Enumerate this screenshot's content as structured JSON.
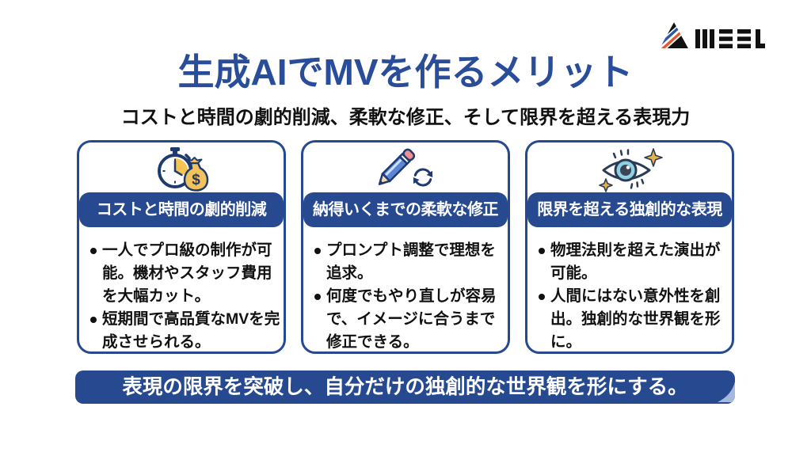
{
  "logo": {
    "brand": "MEEL"
  },
  "header": {
    "title": "生成AIでMVを作るメリット",
    "subtitle": "コストと時間の劇的削減、柔軟な修正、そして限界を超える表現力"
  },
  "colors": {
    "accent": "#27498f",
    "title": "#2a4d99",
    "curl": "#a6b8dd",
    "icon_gold": "#f2c35c",
    "icon_blue": "#5b86d7",
    "icon_lightblue": "#8fd0e3"
  },
  "cards": [
    {
      "icon": "stopwatch-moneybag-icon",
      "header": "コストと時間の劇的削減",
      "bullets": [
        "一人でプロ級の制作が可能。機材やスタッフ費用を大幅カット。",
        "短期間で高品質なMVを完成させられる。"
      ]
    },
    {
      "icon": "pencil-refresh-icon",
      "header": "納得いくまでの柔軟な修正",
      "bullets": [
        "プロンプト調整で理想を追求。",
        "何度でもやり直しが容易で、イメージに合うまで修正できる。"
      ]
    },
    {
      "icon": "eye-sparkle-icon",
      "header": "限界を超える独創的な表現",
      "bullets": [
        "物理法則を超えた演出が可能。",
        "人間にはない意外性を創出。独創的な世界観を形に。"
      ]
    }
  ],
  "footer": {
    "banner": "表現の限界を突破し、自分だけの独創的な世界観を形にする。"
  }
}
